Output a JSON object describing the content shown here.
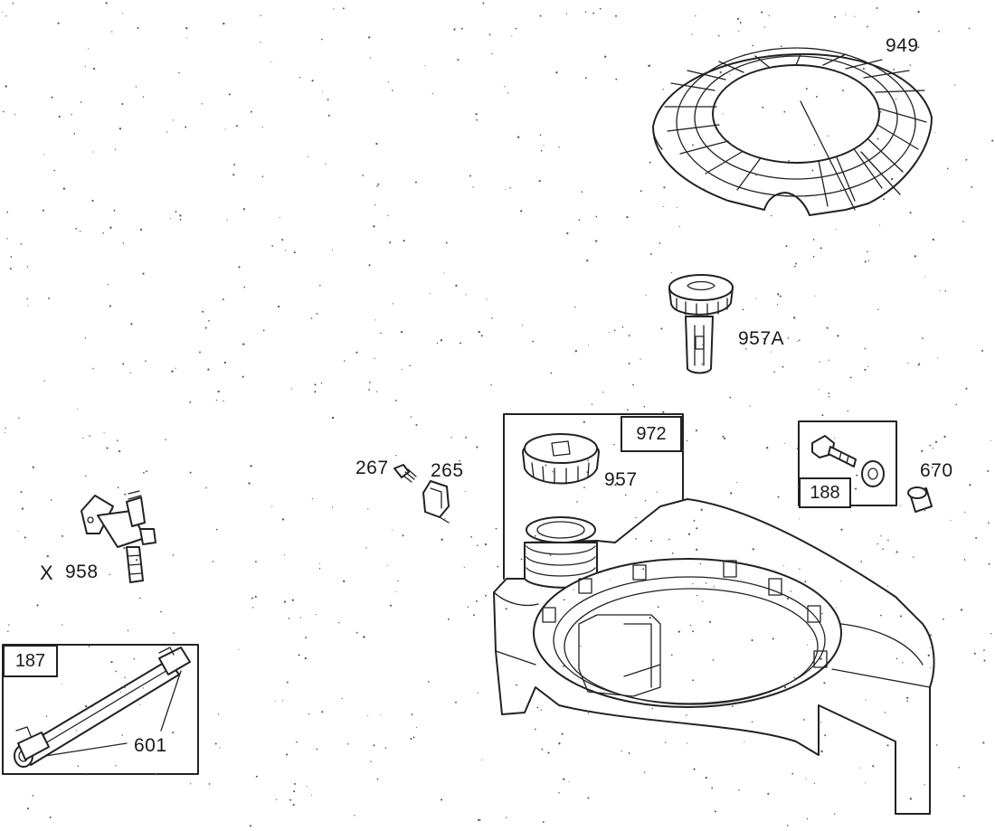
{
  "parts": {
    "p949": "949",
    "p957A": "957A",
    "p972": "972",
    "p957": "957",
    "p267": "267",
    "p265": "265",
    "p188": "188",
    "p670": "670",
    "p958": "958",
    "p958_mark": "X",
    "p187": "187",
    "p601": "601"
  },
  "colors": {
    "line": "#222222",
    "background": "#ffffff"
  }
}
